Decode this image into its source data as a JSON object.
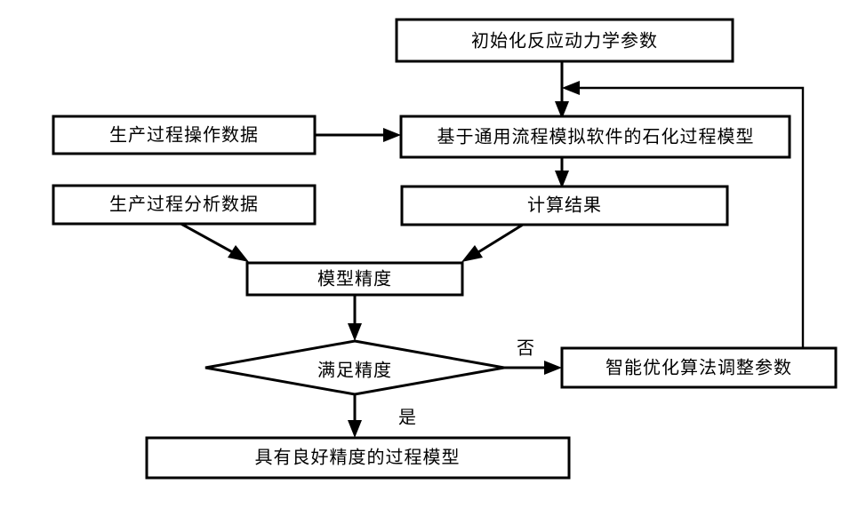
{
  "diagram": {
    "type": "flowchart",
    "title": "",
    "language": "zh-CN",
    "background_color": "#ffffff",
    "line_color": "#000000",
    "text_color": "#000000",
    "nodes": [
      {
        "id": "init-params",
        "label": "初始化反应动力学参数",
        "shape": "rectangle"
      },
      {
        "id": "operation-data",
        "label": "生产过程操作数据",
        "shape": "rectangle"
      },
      {
        "id": "process-model",
        "label": "基于通用流程模拟软件的石化过程模型",
        "shape": "rectangle"
      },
      {
        "id": "analysis-data",
        "label": "生产过程分析数据",
        "shape": "rectangle"
      },
      {
        "id": "calc-result",
        "label": "计算结果",
        "shape": "rectangle"
      },
      {
        "id": "model-accuracy",
        "label": "模型精度",
        "shape": "rectangle"
      },
      {
        "id": "accuracy-decision",
        "label": "满足精度",
        "shape": "diamond"
      },
      {
        "id": "optimize-params",
        "label": "智能优化算法调整参数",
        "shape": "rectangle"
      },
      {
        "id": "final-model",
        "label": "具有良好精度的过程模型",
        "shape": "rectangle"
      }
    ],
    "edges": [
      {
        "id": "e1",
        "from": "init-params",
        "to": "process-model",
        "label": ""
      },
      {
        "id": "e2",
        "from": "operation-data",
        "to": "process-model",
        "label": ""
      },
      {
        "id": "e3",
        "from": "process-model",
        "to": "calc-result",
        "label": ""
      },
      {
        "id": "e4",
        "from": "analysis-data",
        "to": "model-accuracy",
        "label": ""
      },
      {
        "id": "e5",
        "from": "calc-result",
        "to": "model-accuracy",
        "label": ""
      },
      {
        "id": "e6",
        "from": "model-accuracy",
        "to": "accuracy-decision",
        "label": ""
      },
      {
        "id": "e7",
        "from": "accuracy-decision",
        "to": "optimize-params",
        "label": "否"
      },
      {
        "id": "e8",
        "from": "accuracy-decision",
        "to": "final-model",
        "label": "是"
      },
      {
        "id": "e9",
        "from": "optimize-params",
        "to": "process-model",
        "label": ""
      }
    ],
    "edge_labels": {
      "no": "否",
      "yes": "是"
    }
  }
}
